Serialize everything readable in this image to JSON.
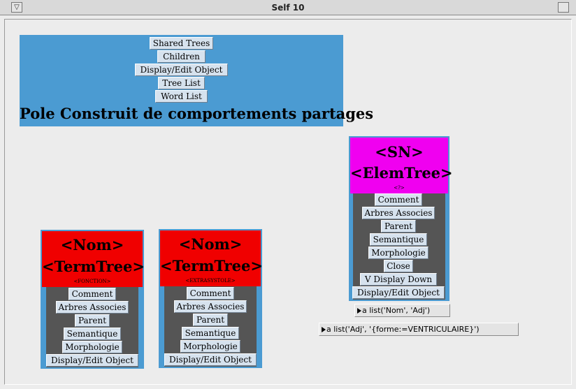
{
  "window": {
    "title": "Self 10",
    "menu_icon": "down-arrow-icon",
    "zoom_icon": "zoom-box-icon"
  },
  "pole": {
    "buttons": [
      "Shared Trees",
      "Children",
      "Display/Edit Object",
      "Tree List",
      "Word List"
    ],
    "title": "Pole Construit de comportements partages"
  },
  "term1": {
    "line1": "<Nom>",
    "line2": "<TermTree>",
    "sub": "<FONCTION>",
    "buttons": [
      "Comment",
      "Arbres Associes",
      "Parent",
      "Semantique",
      "Morphologie",
      "Display/Edit Object"
    ]
  },
  "term2": {
    "line1": "<Nom>",
    "line2": "<TermTree>",
    "sub": "<EXTRASYSTOLE>",
    "buttons": [
      "Comment",
      "Arbres Associes",
      "Parent",
      "Semantique",
      "Morphologie",
      "Display/Edit Object"
    ]
  },
  "elem": {
    "line1": "<SN>",
    "line2": "<ElemTree>",
    "sub": "<?>",
    "buttons": [
      "Comment",
      "Arbres Associes",
      "Parent",
      "Semantique",
      "Morphologie",
      "Close",
      "V Display Down",
      "Display/Edit Object"
    ]
  },
  "slots": [
    "a list('Nom', 'Adj')",
    "a list('Adj', '{forme:=VENTRICULAIRE}')"
  ],
  "colors": {
    "blue": "#4b9bd2",
    "red": "#f00000",
    "magenta": "#f000f0",
    "dark": "#555555"
  }
}
